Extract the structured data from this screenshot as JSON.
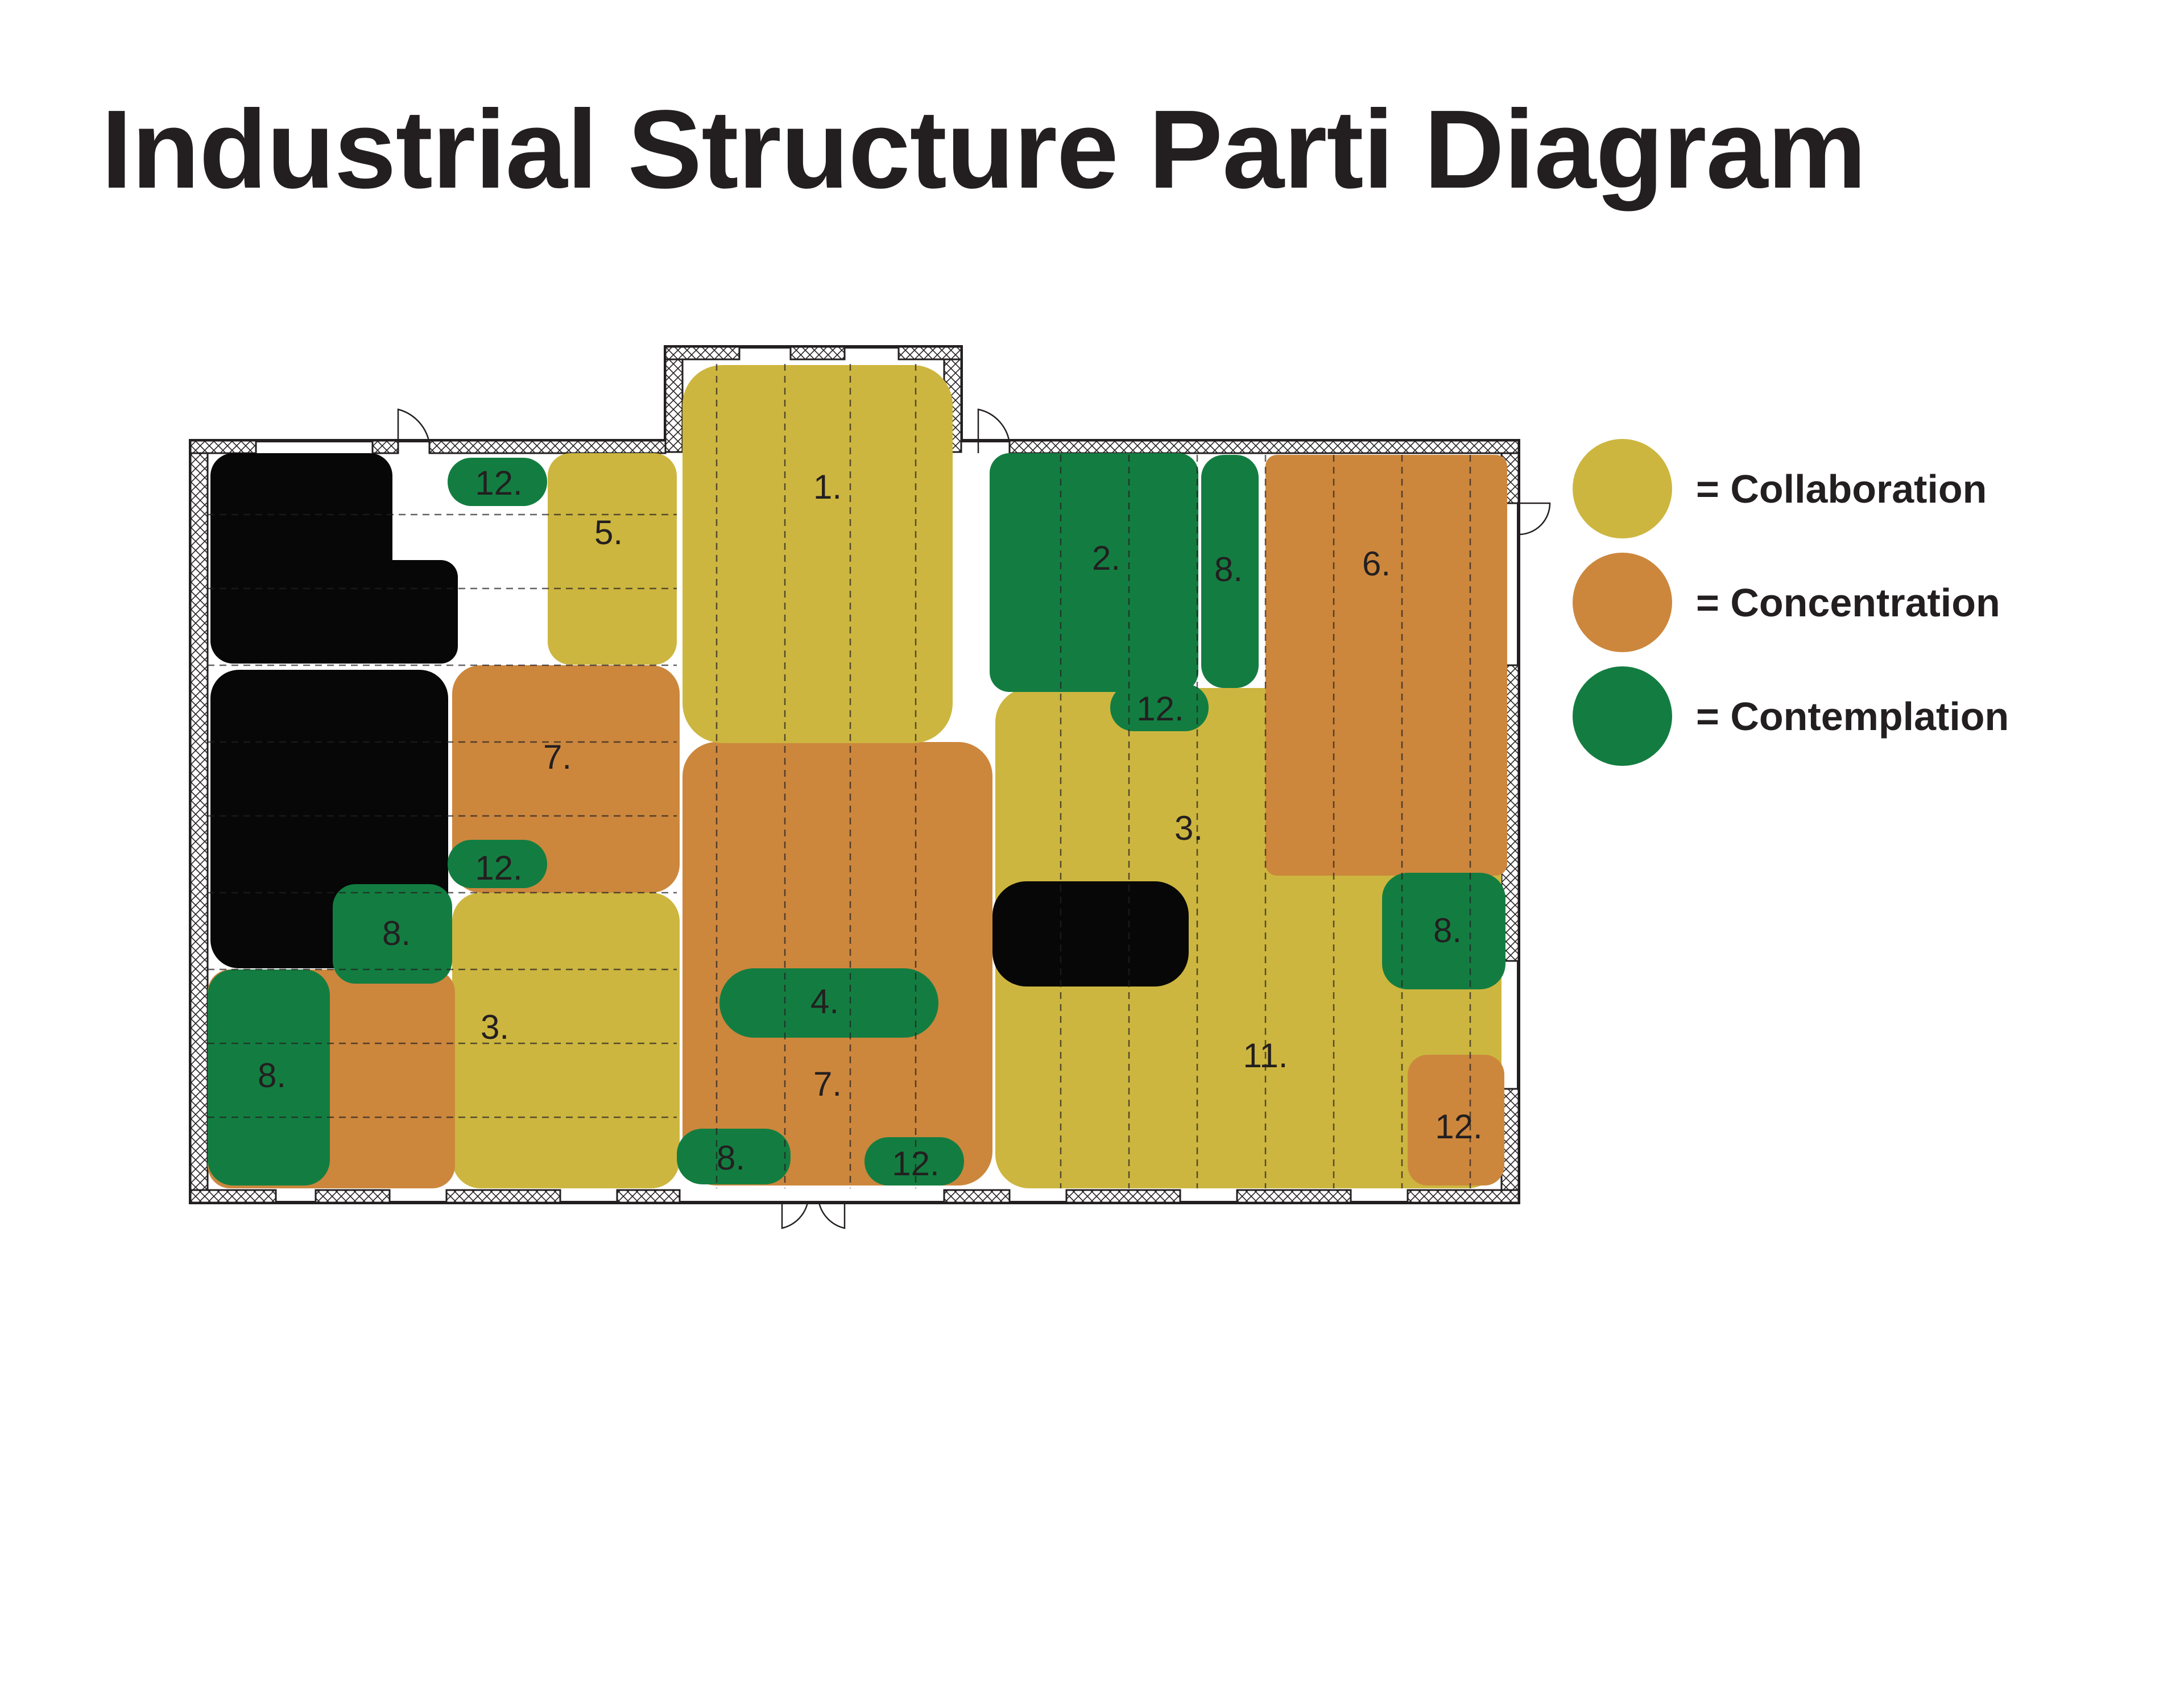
{
  "title": "Industrial Structure Parti Diagram",
  "colors": {
    "collaboration": "#cdb63f",
    "concentration": "#cc873d",
    "contemplation": "#137d41",
    "service": "#070707",
    "wall": "#231f20"
  },
  "legend": [
    {
      "key": "collaboration",
      "label": "= Collaboration"
    },
    {
      "key": "concentration",
      "label": "= Concentration"
    },
    {
      "key": "contemplation",
      "label": "= Contemplation"
    }
  ],
  "zones": [
    {
      "name": "zone-1",
      "label": "1.",
      "type": "collaboration"
    },
    {
      "name": "zone-5",
      "label": "5.",
      "type": "collaboration"
    },
    {
      "name": "zone-12-top",
      "label": "12.",
      "type": "contemplation"
    },
    {
      "name": "zone-2",
      "label": "2.",
      "type": "contemplation"
    },
    {
      "name": "zone-8-narrow",
      "label": "8.",
      "type": "contemplation"
    },
    {
      "name": "zone-6",
      "label": "6.",
      "type": "concentration"
    },
    {
      "name": "zone-7-left",
      "label": "7.",
      "type": "concentration"
    },
    {
      "name": "zone-12-left",
      "label": "12.",
      "type": "contemplation"
    },
    {
      "name": "zone-3-left",
      "label": "3.",
      "type": "collaboration"
    },
    {
      "name": "zone-8-left-upper",
      "label": "8.",
      "type": "contemplation"
    },
    {
      "name": "zone-8-left-lower",
      "label": "8.",
      "type": "contemplation"
    },
    {
      "name": "zone-7-center",
      "label": "7.",
      "type": "concentration"
    },
    {
      "name": "zone-4",
      "label": "4.",
      "type": "contemplation"
    },
    {
      "name": "zone-8-bottom",
      "label": "8.",
      "type": "contemplation"
    },
    {
      "name": "zone-12-bottom",
      "label": "12.",
      "type": "contemplation"
    },
    {
      "name": "zone-3-right",
      "label": "3.",
      "type": "collaboration"
    },
    {
      "name": "zone-12-right-top",
      "label": "12.",
      "type": "contemplation"
    },
    {
      "name": "zone-11",
      "label": "11.",
      "type": "collaboration"
    },
    {
      "name": "zone-8-right",
      "label": "8.",
      "type": "contemplation"
    },
    {
      "name": "zone-12-right-bottom",
      "label": "12.",
      "type": "concentration"
    }
  ]
}
